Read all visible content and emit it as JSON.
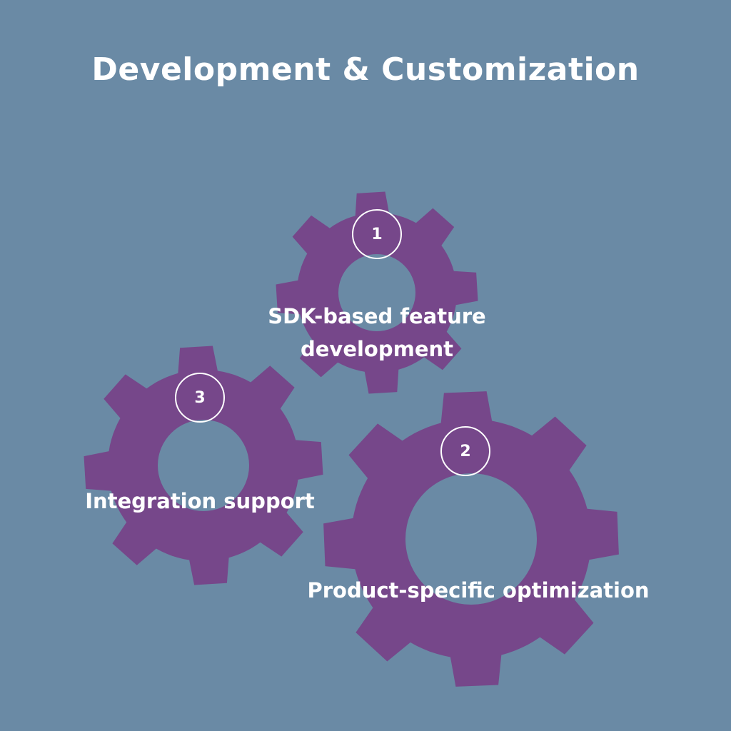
{
  "title": "Development & Customization",
  "colors": {
    "background": "#6a8aa5",
    "gear": "#76478a",
    "text": "#ffffff"
  },
  "steps": [
    {
      "number": "1",
      "label_lines": [
        "SDK-based feature",
        "development"
      ]
    },
    {
      "number": "2",
      "label_lines": [
        "Product-specific optimization"
      ]
    },
    {
      "number": "3",
      "label_lines": [
        "Integration support"
      ]
    }
  ]
}
